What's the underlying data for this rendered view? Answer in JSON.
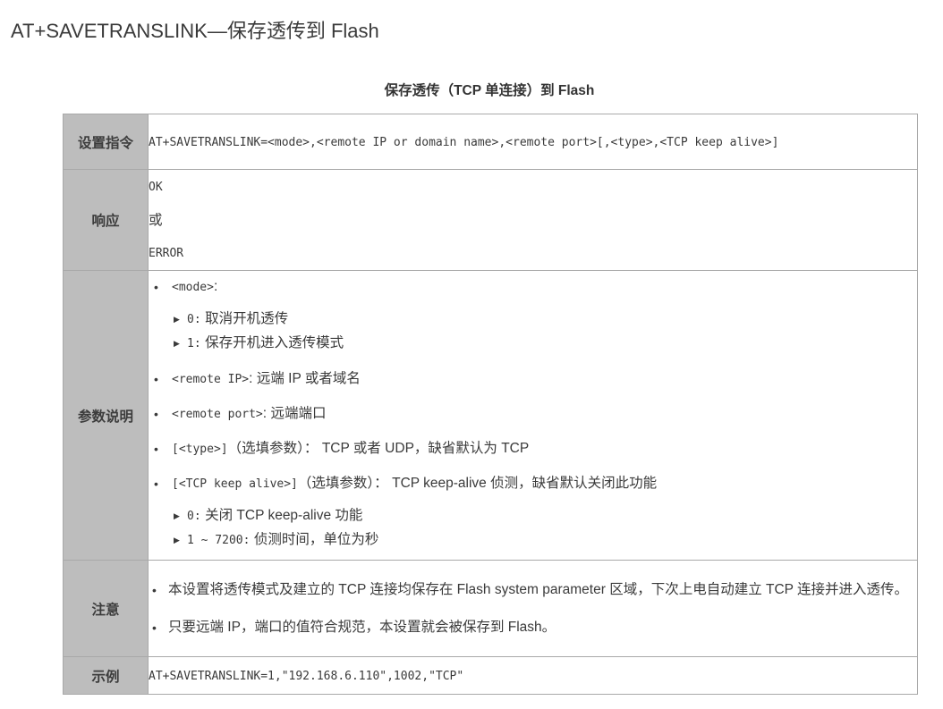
{
  "page": {
    "title": "AT+SAVETRANSLINK—保存透传到 Flash"
  },
  "table": {
    "caption": "保存透传（TCP 单连接）到 Flash",
    "set_command": {
      "label": "设置指令",
      "value": "AT+SAVETRANSLINK=<mode>,<remote IP or domain name>,<remote port>[,<type>,<TCP keep alive>]"
    },
    "response": {
      "label": "响应",
      "lines": [
        "OK",
        "或",
        "ERROR"
      ]
    },
    "parameters": {
      "label": "参数说明",
      "items": [
        {
          "name": "<mode>",
          "sep": ":",
          "desc": "",
          "sub": [
            {
              "key": "0:",
              "desc": "取消开机透传"
            },
            {
              "key": "1:",
              "desc": "保存开机进入透传模式"
            }
          ]
        },
        {
          "name": "<remote IP>",
          "sep": ":",
          "desc": "远端 IP 或者域名",
          "sub": []
        },
        {
          "name": "<remote port>",
          "sep": ":",
          "desc": "远端端口",
          "sub": []
        },
        {
          "name": "[<type>]",
          "sep": "（选填参数）：",
          "desc": "TCP 或者 UDP，缺省默认为 TCP",
          "sub": []
        },
        {
          "name": "[<TCP keep alive>]",
          "sep": "（选填参数）：",
          "desc": "TCP keep-alive 侦测，缺省默认关闭此功能",
          "sub": [
            {
              "key": "0:",
              "desc": "关闭 TCP keep-alive 功能"
            },
            {
              "key": "1 ~ 7200:",
              "desc": "侦测时间，单位为秒"
            }
          ]
        }
      ]
    },
    "notes": {
      "label": "注意",
      "items": [
        "本设置将透传模式及建立的 TCP 连接均保存在 Flash system parameter 区域，下次上电自动建立 TCP 连接并进入透传。",
        "只要远端 IP，端口的值符合规范，本设置就会被保存到 Flash。"
      ]
    },
    "example": {
      "label": "示例",
      "value": "AT+SAVETRANSLINK=1,\"192.168.6.110\",1002,\"TCP\""
    }
  },
  "icons": {
    "bullet": "•",
    "sub_bullet": "▶"
  },
  "colors": {
    "label_bg": "#bdbdbd",
    "border": "#a9a9a9",
    "text": "#3a3a3a"
  }
}
